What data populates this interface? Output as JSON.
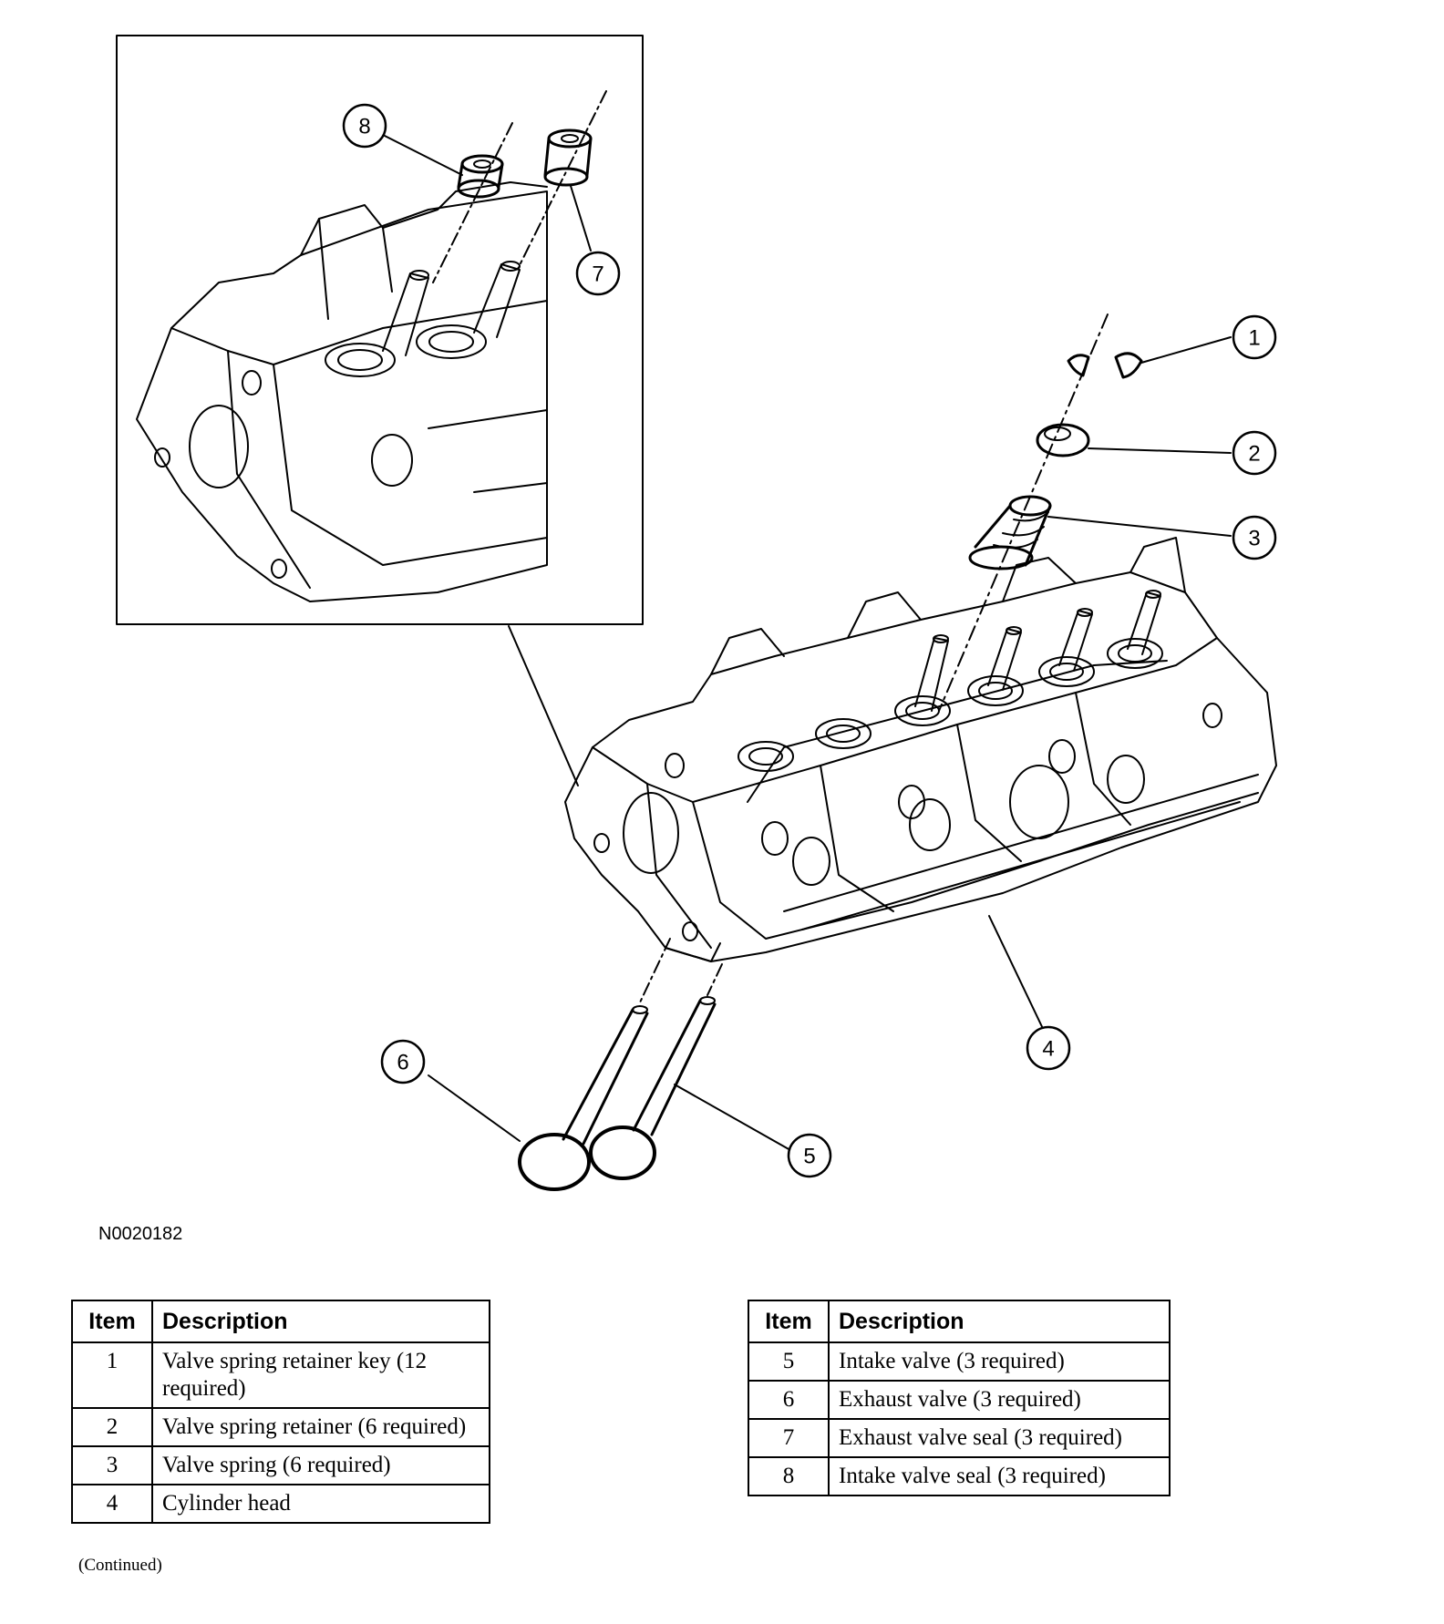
{
  "figure": {
    "id": "N0020182",
    "continued_note": "(Continued)",
    "callouts": [
      "1",
      "2",
      "3",
      "4",
      "5",
      "6",
      "7",
      "8"
    ]
  },
  "legend_left": {
    "headers": [
      "Item",
      "Description"
    ],
    "rows": [
      {
        "item": "1",
        "description": "Valve spring retainer key (12 required)"
      },
      {
        "item": "2",
        "description": "Valve spring retainer (6 required)"
      },
      {
        "item": "3",
        "description": "Valve spring (6 required)"
      },
      {
        "item": "4",
        "description": "Cylinder head"
      }
    ]
  },
  "legend_right": {
    "headers": [
      "Item",
      "Description"
    ],
    "rows": [
      {
        "item": "5",
        "description": "Intake valve (3 required)"
      },
      {
        "item": "6",
        "description": "Exhaust valve (3 required)"
      },
      {
        "item": "7",
        "description": "Exhaust valve seal (3 required)"
      },
      {
        "item": "8",
        "description": "Intake valve seal (3 required)"
      }
    ]
  }
}
